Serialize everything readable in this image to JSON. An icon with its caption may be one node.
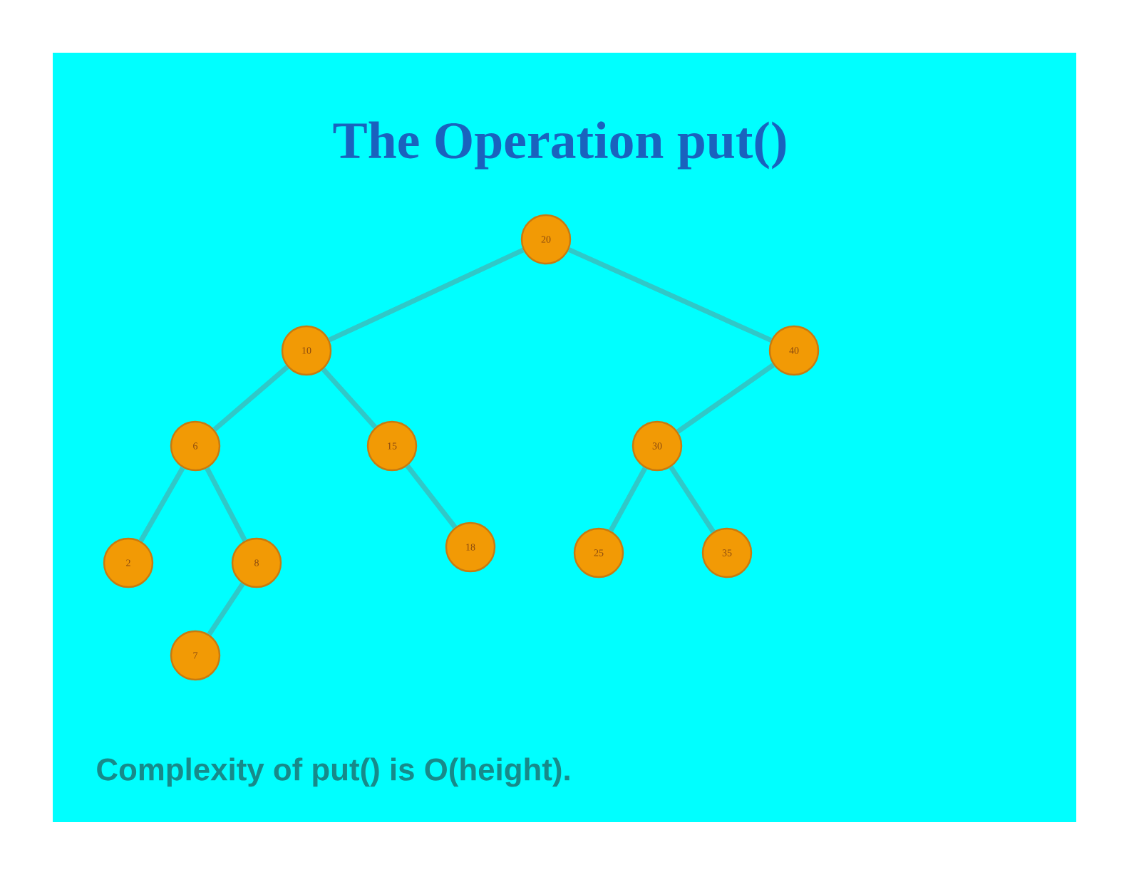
{
  "diagram": {
    "title": "The Operation put()",
    "caption": "Complexity of put() is O(height).",
    "nodes": [
      {
        "text": [
          "20"
        ]
      },
      {
        "text": [
          "10"
        ]
      },
      {
        "text": [
          "40"
        ]
      },
      {
        "text": [
          "6"
        ]
      },
      {
        "text": [
          "15"
        ]
      },
      {
        "text": [
          "30"
        ]
      },
      {
        "text": [
          "2"
        ]
      },
      {
        "text": [
          "8"
        ]
      },
      {
        "text": [
          "18"
        ]
      },
      {
        "text": [
          "25"
        ]
      },
      {
        "text": [
          "35"
        ]
      },
      {
        "text": [
          "7"
        ]
      }
    ],
    "edges": [
      {
        "from": 0,
        "to": 1,
        "arrow": "none"
      },
      {
        "from": 0,
        "to": 2,
        "arrow": "none"
      },
      {
        "from": 1,
        "to": 3,
        "arrow": "none"
      },
      {
        "from": 1,
        "to": 4,
        "arrow": "none"
      },
      {
        "from": 2,
        "to": 5,
        "arrow": "none"
      },
      {
        "from": 3,
        "to": 6,
        "arrow": "none"
      },
      {
        "from": 3,
        "to": 7,
        "arrow": "none"
      },
      {
        "from": 4,
        "to": 8,
        "arrow": "none"
      },
      {
        "from": 5,
        "to": 9,
        "arrow": "none"
      },
      {
        "from": 5,
        "to": 10,
        "arrow": "none"
      },
      {
        "from": 7,
        "to": 11,
        "arrow": "none"
      }
    ]
  }
}
